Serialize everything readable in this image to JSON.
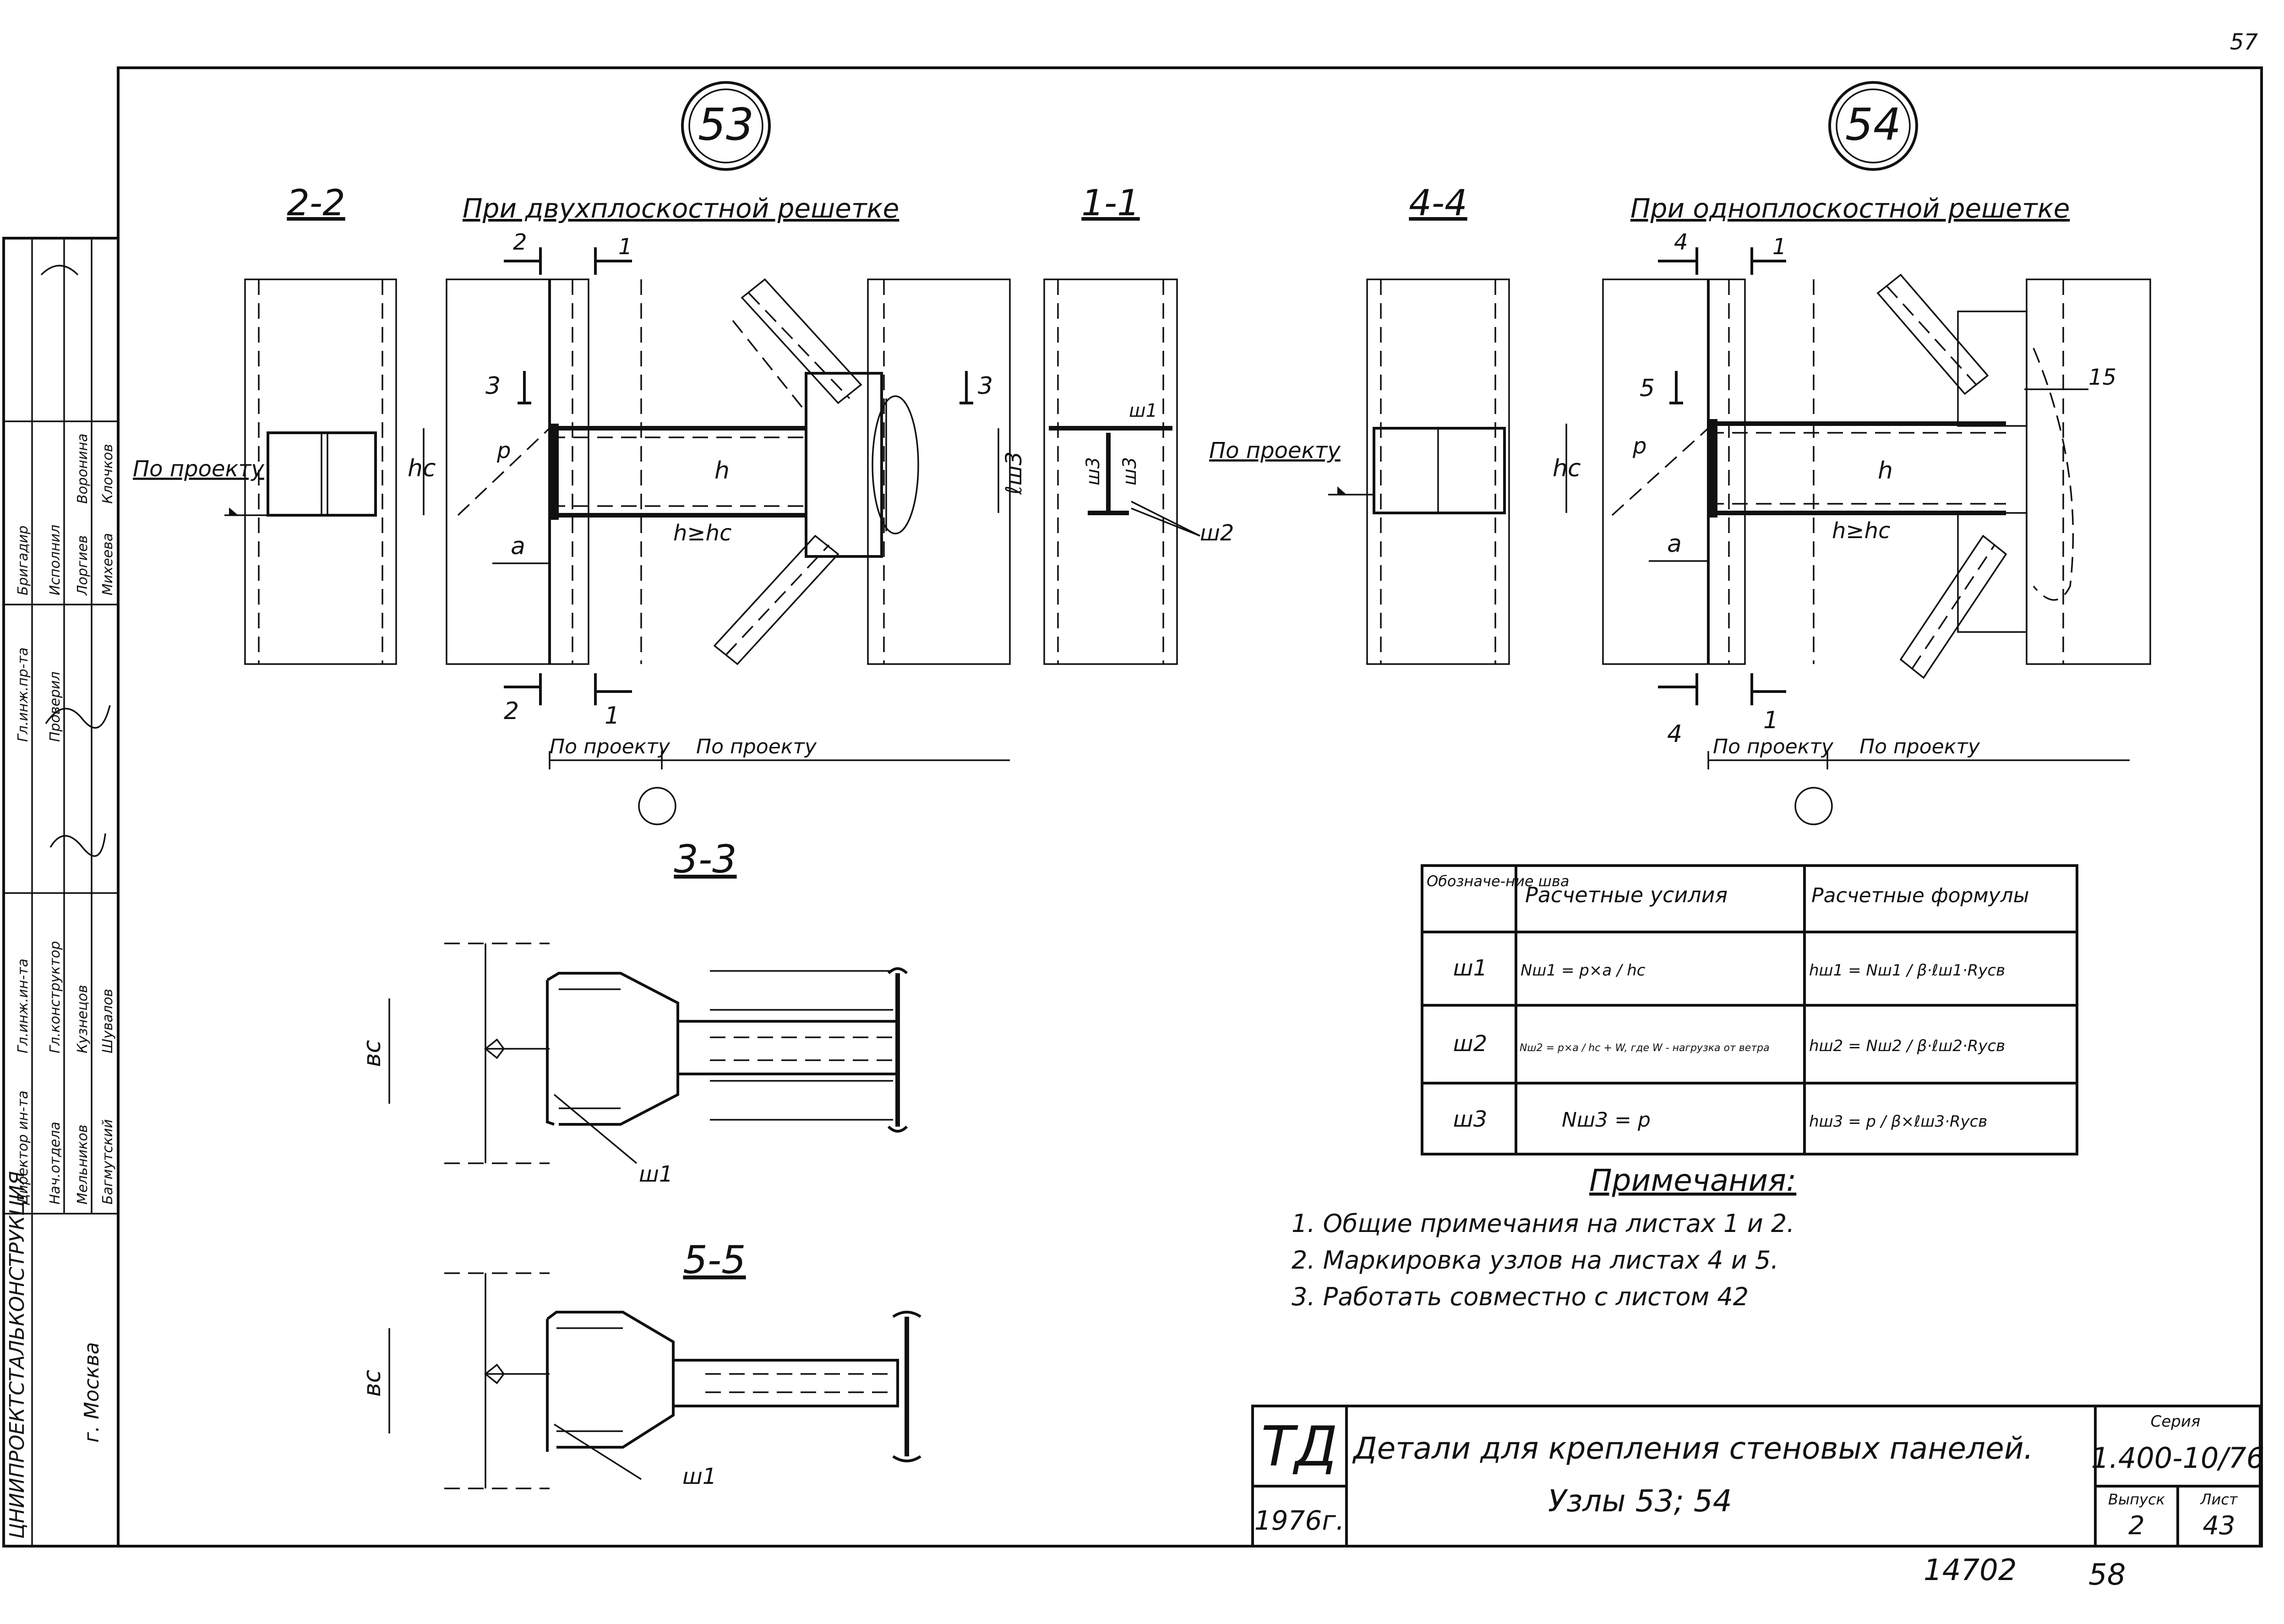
{
  "sheet_corner": "57",
  "node_labels": {
    "n53": "53",
    "n54": "54"
  },
  "sections": {
    "s22": "2-2",
    "s11": "1-1",
    "s44": "4-4",
    "s33": "3-3",
    "s55": "5-5"
  },
  "headers": {
    "double_plane": "При двухплоскостной решетке",
    "single_plane": "При одноплоскостной решетке"
  },
  "cut_marks": {
    "c1": "1",
    "c2": "2",
    "c3": "3",
    "c4": "4",
    "c5": "5",
    "c15": "15"
  },
  "dims": {
    "po_proektu": "По проекту",
    "hc": "hc",
    "h": "h",
    "h_ge_hc": "h≥hc",
    "p": "p",
    "a": "a",
    "lsh3": "ℓш3",
    "bc": "вс"
  },
  "welds": {
    "sh1": "ш1",
    "sh2": "ш2",
    "sh3": "ш3"
  },
  "table": {
    "headers": [
      "Обозначе-ние шва",
      "Расчетные усилия",
      "Расчетные формулы"
    ],
    "rows": [
      {
        "weld": "ш1",
        "force": "Nш1 = p×a / hc",
        "formula": "hш1 = Nш1 / β·ℓш1·Ryсв"
      },
      {
        "weld": "ш2",
        "force": "Nш2 = p×a / hc + W, где W - нагрузка от ветра",
        "formula": "hш2 = Nш2 / β·ℓш2·Ryсв"
      },
      {
        "weld": "ш3",
        "force": "Nш3 = p",
        "formula": "hш3 = p / β×ℓш3·Ryсв"
      }
    ]
  },
  "notes": {
    "title": "Примечания:",
    "items": [
      "1. Общие примечания на листах 1 и 2.",
      "2. Маркировка узлов на листах 4 и 5.",
      "3. Работать совместно с листом 42"
    ]
  },
  "title_block": {
    "td": "ТД",
    "year": "1976г.",
    "title_line1": "Детали для крепления стеновых панелей.",
    "title_line2": "Узлы 53; 54",
    "series_label": "Серия",
    "series_value": "1.400-10/76",
    "issue_label": "Выпуск",
    "issue_value": "2",
    "sheet_label": "Лист",
    "sheet_value": "43"
  },
  "footer": {
    "inv": "14702",
    "page": "58"
  },
  "stamp": {
    "org": "ЦНИИПРОЕКТСТАЛЬКОНСТРУКЦИЯ",
    "city": "г. Москва",
    "roles": [
      "Директор ин-та",
      "Гл.инж.ин-та",
      "Нач.отдела",
      "Гл.конструктор",
      "Гл.инж.пр-та",
      "Бригадир",
      "Проверил",
      "Исполнил"
    ],
    "names": [
      "Мельников",
      "Кузнецов",
      "Багмутский",
      "Шувалов",
      "Лоргиев",
      "Воронина",
      "Михеева",
      "Клочков"
    ]
  }
}
